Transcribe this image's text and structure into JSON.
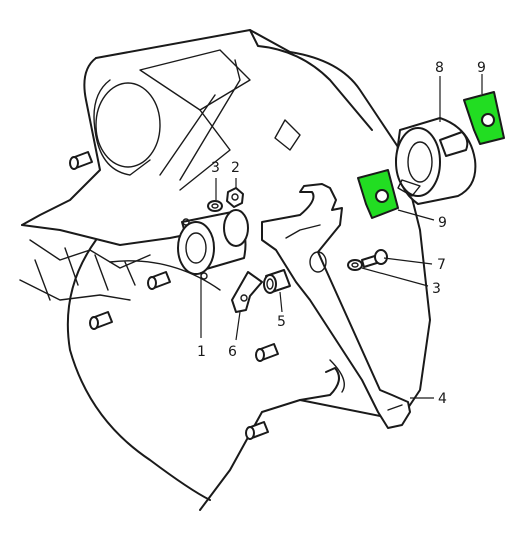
{
  "highlight_color": "#22dd22",
  "callouts": {
    "c1": "1",
    "c2": "2",
    "c3a": "3",
    "c3b": "3",
    "c4": "4",
    "c5": "5",
    "c6": "6",
    "c7": "7",
    "c8": "8",
    "c9a": "9",
    "c9b": "9"
  }
}
